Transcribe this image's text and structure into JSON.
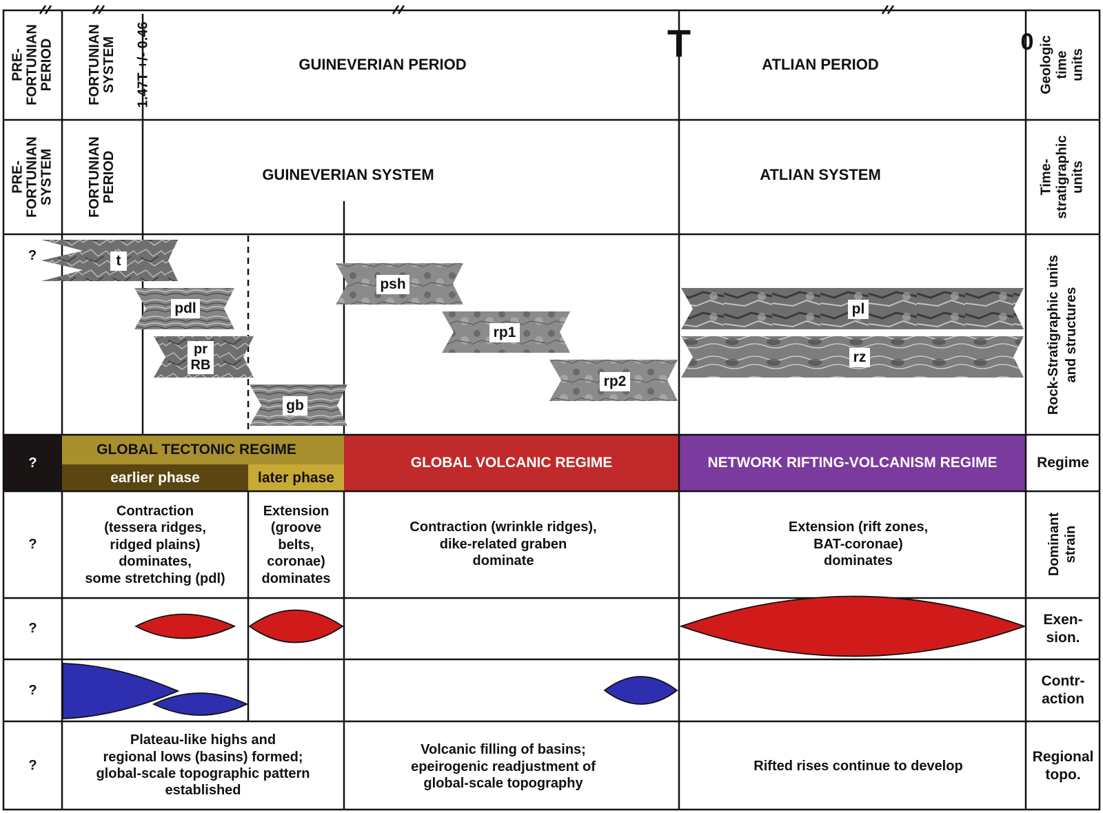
{
  "header": {
    "row1": {
      "pre_fortunian_period": "PRE-\nFORTUNIAN\nPERIOD",
      "fortunian_system": "FORTUNIAN\nSYSTEM",
      "age_label": "1.47T +/- 0.46",
      "guineverian_period": "GUINEVERIAN PERIOD",
      "t_marker": "T",
      "atlian_period": "ATLIAN PERIOD",
      "zero_marker": "0"
    },
    "row2": {
      "pre_fortunian_system": "PRE-\nFORTUNIAN\nSYSTEM",
      "fortunian_period": "FORTUNIAN\nPERIOD",
      "guineverian_system": "GUINEVERIAN SYSTEM",
      "atlian_system": "ATLIAN SYSTEM"
    }
  },
  "row_labels": {
    "geologic_time_units": "Geologic\ntime\nunits",
    "time_stratigraphic_units": "Time-\nstratigraphic\nunits",
    "rock_stratigraphic_units": "Rock-Stratigraphic units\nand structures",
    "regime": "Regime",
    "dominant_strain": "Dominant\nstrain",
    "extension": "Exen-\nsion.",
    "contraction": "Contr-\naction",
    "regional_topo": "Regional\ntopo."
  },
  "units": {
    "question": "?",
    "t": "t",
    "pdl": "pdl",
    "prrb": "pr\nRB",
    "gb": "gb",
    "psh": "psh",
    "rp1": "rp1",
    "rp2": "rp2",
    "pl": "pl",
    "rz": "rz"
  },
  "regime": {
    "unknown": "?",
    "global_tectonic": "GLOBAL TECTONIC REGIME",
    "earlier_phase": "earlier phase",
    "later_phase": "later phase",
    "global_volcanic": "GLOBAL VOLCANIC REGIME",
    "network_rifting": "NETWORK RIFTING-VOLCANISM REGIME"
  },
  "dominant_strain": {
    "unknown": "?",
    "earlier": "Contraction\n(tessera ridges,\nridged plains)\ndominates,\nsome stretching (pdl)",
    "later": "Extension\n(groove\nbelts,\ncoronae)\ndominates",
    "volcanic": "Contraction (wrinkle ridges),\ndike-related graben\ndominate",
    "atlian": "Extension (rift zones,\nBAT-coronae)\ndominates"
  },
  "extension_row": {
    "unknown": "?"
  },
  "contraction_row": {
    "unknown": "?"
  },
  "regional_topo": {
    "unknown": "?",
    "tectonic": "Plateau-like highs and\nregional lows (basins) formed;\nglobal-scale topographic pattern\nestablished",
    "volcanic": "Volcanic filling of basins;\nepeirogenic readjustment of\nglobal-scale topography",
    "atlian": "Rifted rises continue to develop"
  },
  "colors": {
    "tectonic_gold": "#a8902e",
    "tectonic_dark": "#5b4612",
    "later_phase_gold": "#c9a935",
    "volcanic_red": "#c12a2a",
    "rifting_purple": "#7b3a9e",
    "unknown_black": "#1a1414",
    "extension_red": "#d11b1b",
    "contraction_blue": "#2e2fb0",
    "unit_gray": "#7a7a7a"
  }
}
